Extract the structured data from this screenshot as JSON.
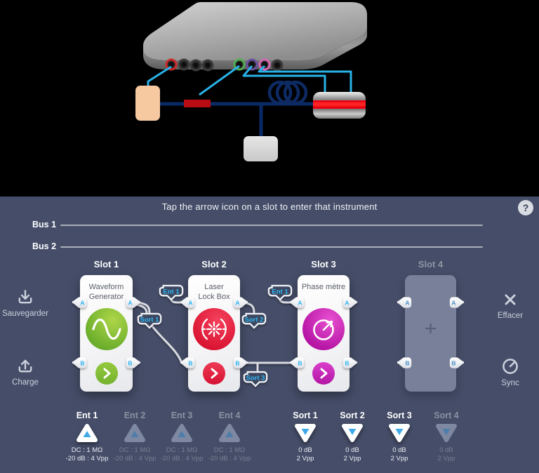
{
  "colors": {
    "panel-bg": "#454d68",
    "accent-cyan": "#2fb7f2",
    "wire": "#d9dbe1",
    "tag-fill": "#3e4660",
    "tag-border": "#eef0f4",
    "toolbar-text": "#ccd1dd",
    "slot-green": "#79b837",
    "slot-red": "#e5173a",
    "slot-magenta": "#c015a8",
    "io-blue": "#3fa9e8",
    "cable-blue": "#29b2e8",
    "schematic-navy": "#0a2a66",
    "modulator-red": "#b90c12"
  },
  "header": {
    "instruction": "Tap the arrow icon on a slot to enter that instrument",
    "help": "?"
  },
  "buses": [
    {
      "label": "Bus 1"
    },
    {
      "label": "Bus 2"
    }
  ],
  "slots": [
    {
      "title": "Slot 1",
      "name_line1": "Waveform",
      "name_line2": "Generator",
      "icon": "sine-wave-icon",
      "empty": false
    },
    {
      "title": "Slot 2",
      "name_line1": "Laser",
      "name_line2": "Lock Box",
      "icon": "laser-lock-icon",
      "empty": false
    },
    {
      "title": "Slot 3",
      "name_line1": "Phase mètre",
      "name_line2": "",
      "icon": "phase-meter-icon",
      "empty": false
    },
    {
      "title": "Slot 4",
      "name_line1": "",
      "name_line2": "",
      "icon": "plus-icon",
      "empty": true,
      "plus": "+"
    }
  ],
  "ports": {
    "a": "A",
    "b": "B"
  },
  "connection_tags": [
    {
      "label": "Sort 1"
    },
    {
      "label": "Ent 1"
    },
    {
      "label": "Sort 2"
    },
    {
      "label": "Ent 1"
    },
    {
      "label": "Sort 3"
    }
  ],
  "toolbar": {
    "save": {
      "label": "Sauvegarder",
      "icon": "download-icon"
    },
    "load": {
      "label": "Charge",
      "icon": "upload-icon"
    },
    "clear": {
      "label": "Effacer",
      "icon": "close-icon"
    },
    "sync": {
      "label": "Sync",
      "icon": "sync-dial-icon"
    }
  },
  "io": {
    "inputs": [
      {
        "label": "Ent 1",
        "line1": "DC : 1 MΩ",
        "line2": "-20 dB : 4 Vpp",
        "active": true
      },
      {
        "label": "Ent 2",
        "line1": "DC : 1 MΩ",
        "line2": "-20 dB : 4 Vpp",
        "active": false
      },
      {
        "label": "Ent 3",
        "line1": "DC : 1 MΩ",
        "line2": "-20 dB : 4 Vpp",
        "active": false
      },
      {
        "label": "Ent 4",
        "line1": "DC : 1 MΩ",
        "line2": "-20 dB : 4 Vpp",
        "active": false
      }
    ],
    "outputs": [
      {
        "label": "Sort 1",
        "line1": "0 dB",
        "line2": "2 Vpp",
        "active": true
      },
      {
        "label": "Sort 2",
        "line1": "0 dB",
        "line2": "2 Vpp",
        "active": true
      },
      {
        "label": "Sort 3",
        "line1": "0 dB",
        "line2": "2 Vpp",
        "active": true
      },
      {
        "label": "Sort 4",
        "line1": "0 dB",
        "line2": "2 Vpp",
        "active": false
      }
    ]
  }
}
